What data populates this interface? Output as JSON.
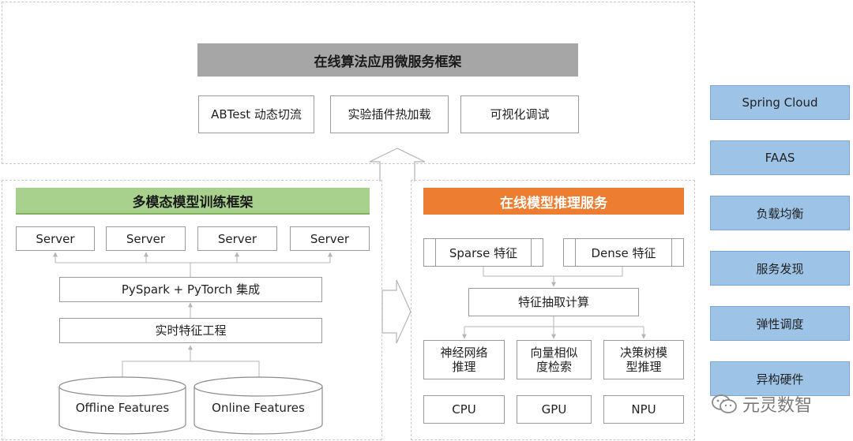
{
  "top": {
    "title": "在线算法应用微服务框架",
    "items": [
      "ABTest 动态切流",
      "实验插件热加载",
      "可视化调试"
    ]
  },
  "left": {
    "title": "多模态模型训练框架",
    "servers": [
      "Server",
      "Server",
      "Server",
      "Server"
    ],
    "integration": "PySpark + PyTorch 集成",
    "feature_eng": "实时特征工程",
    "stores": [
      "Offline Features",
      "Online Features"
    ]
  },
  "right": {
    "title": "在线模型推理服务",
    "features": [
      "Sparse 特征",
      "Dense 特征"
    ],
    "compute": "特征抽取计算",
    "models": [
      "神经网络\n推理",
      "向量相似\n度检索",
      "决策树模\n型推理"
    ],
    "hardware": [
      "CPU",
      "GPU",
      "NPU"
    ]
  },
  "side": {
    "items": [
      "Spring Cloud",
      "FAAS",
      "负载均衡",
      "服务发现",
      "弹性调度",
      "异构硬件"
    ]
  },
  "watermark": {
    "text": "元灵数智",
    "icon": "wechat-icon"
  },
  "colors": {
    "gray_header": "#a6a6a6",
    "green_header": "#a9d18e",
    "orange_header": "#ed7d31",
    "side_blue": "#9dc3e6"
  }
}
